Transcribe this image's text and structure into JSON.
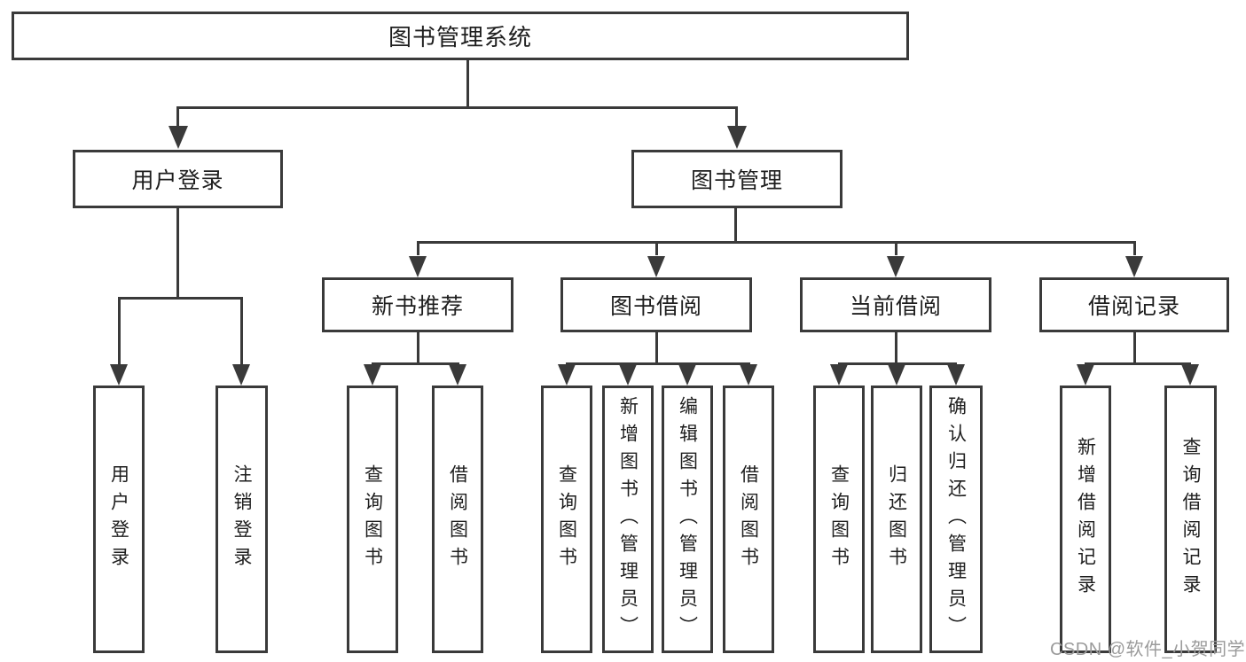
{
  "tree": {
    "root": "图书管理系统",
    "user_login": {
      "label": "用户登录",
      "leaves": [
        "用户登录",
        "注销登录"
      ]
    },
    "book_mgmt": {
      "label": "图书管理",
      "groups": [
        {
          "label": "新书推荐",
          "leaves": [
            "查询图书",
            "借阅图书"
          ]
        },
        {
          "label": "图书借阅",
          "leaves": [
            "查询图书",
            "新增图书（管理员）",
            "编辑图书（管理员）",
            "借阅图书"
          ]
        },
        {
          "label": "当前借阅",
          "leaves": [
            "查询图书",
            "归还图书",
            "确认归还（管理员）"
          ]
        },
        {
          "label": "借阅记录",
          "leaves": [
            "新增借阅记录",
            "查询借阅记录"
          ]
        }
      ]
    }
  },
  "watermark": {
    "text": "CSDN @软件_小贺同学"
  },
  "colors": {
    "line": "#3a3a3a",
    "text": "#1e1e1e",
    "watermark_text": "#9b9b9b",
    "background": "#ffffff"
  }
}
